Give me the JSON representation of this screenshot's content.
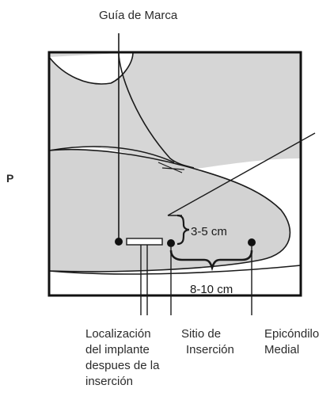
{
  "title": "Guía de Marca",
  "side_letter": "P",
  "measure_vertical": "3-5 cm",
  "measure_horizontal": "8-10 cm",
  "labels": {
    "implant": [
      "Localización",
      "del implante",
      "despues de la",
      "inserción"
    ],
    "insertion_site": [
      "Sitio de",
      "Inserción"
    ],
    "epicondyle": [
      "Epicóndilo",
      "Medial"
    ]
  },
  "colors": {
    "arm_fill": "#d3d3d3",
    "line": "#1a1a1a",
    "frame": "#111111"
  }
}
